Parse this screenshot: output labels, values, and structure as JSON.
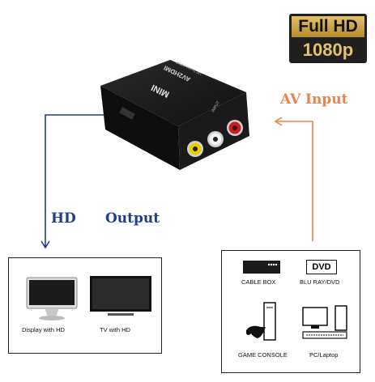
{
  "badge": {
    "line1": "Full HD",
    "line2": "1080p"
  },
  "labels": {
    "av_input": "AV Input",
    "hd": "HD",
    "output": "Output"
  },
  "device": {
    "mini": "MINI",
    "model": "AV2HDMI",
    "sub": "UP Scaler 1080P",
    "input": "INPUT"
  },
  "outputs": [
    {
      "label": "Display with HD"
    },
    {
      "label": "TV with HD"
    }
  ],
  "inputs": [
    {
      "label": "CABLE BOX"
    },
    {
      "label": "BLU RAY/DVD",
      "tag": "DVD"
    },
    {
      "label": "GAME CONSOLE"
    },
    {
      "label": "PC/Laptop"
    }
  ],
  "colors": {
    "accent_orange": "#e9844c",
    "accent_blue": "#1f3f8c",
    "badge_gold": "#d9b65a"
  }
}
